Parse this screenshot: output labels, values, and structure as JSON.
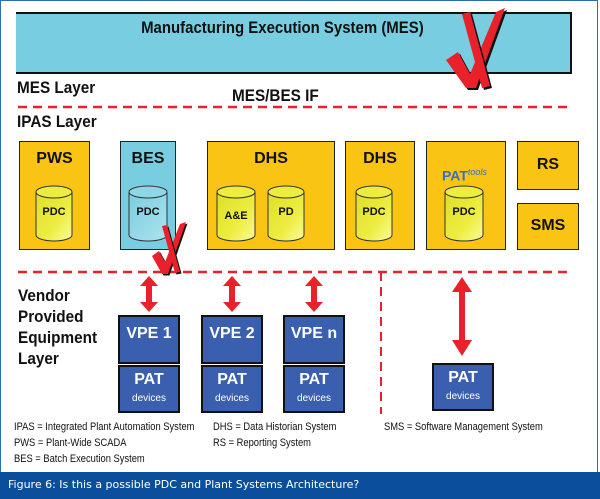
{
  "diagram": {
    "mes_system": "Manufacturing Execution System (MES)",
    "layers": {
      "mes": "MES Layer",
      "interface": "MES/BES IF",
      "ipas": "IPAS Layer",
      "vendor": [
        "Vendor",
        "Provided",
        "Equipment",
        "Layer"
      ]
    },
    "ipas_boxes": [
      {
        "title": "PWS",
        "db": [
          "PDC"
        ],
        "color": "#f9c414"
      },
      {
        "title": "BES",
        "db": [
          "PDC"
        ],
        "color": "#78cde0"
      },
      {
        "title": "DHS",
        "db": [
          "A&E",
          "PD"
        ],
        "color": "#f9c414"
      },
      {
        "title": "DHS",
        "db": [
          "PDC"
        ],
        "color": "#f9c414"
      },
      {
        "title": "PAT tools",
        "db": [
          "PDC"
        ],
        "color": "#f9c414"
      },
      {
        "title": "RS",
        "db": [],
        "color": "#f9c414"
      },
      {
        "title": "SMS",
        "db": [],
        "color": "#f9c414"
      }
    ],
    "pat_tools": {
      "main": "PAT",
      "sup": "tools"
    },
    "vpe": [
      {
        "name": "VPE 1",
        "pat": "PAT",
        "devices": "devices"
      },
      {
        "name": "VPE 2",
        "pat": "PAT",
        "devices": "devices"
      },
      {
        "name": "VPE n",
        "pat": "PAT",
        "devices": "devices"
      }
    ],
    "standalone_pat": {
      "pat": "PAT",
      "devices": "devices"
    },
    "legend": [
      "IPAS = Integrated Plant Automation System",
      "PWS = Plant-Wide SCADA",
      "BES = Batch Execution System",
      "DHS = Data Historian System",
      "RS = Reporting System",
      "SMS = Software Management System"
    ],
    "caption": "Figure 6: Is this a possible PDC and Plant Systems Architecture?",
    "colors": {
      "mes": "#78cde0",
      "ipas_box": "#f9c414",
      "db": "#e8e830",
      "vpe": "#3a5fae",
      "dash": "#e8212b",
      "caption_bar": "#0b4f9c",
      "check": "#e8212b"
    }
  }
}
